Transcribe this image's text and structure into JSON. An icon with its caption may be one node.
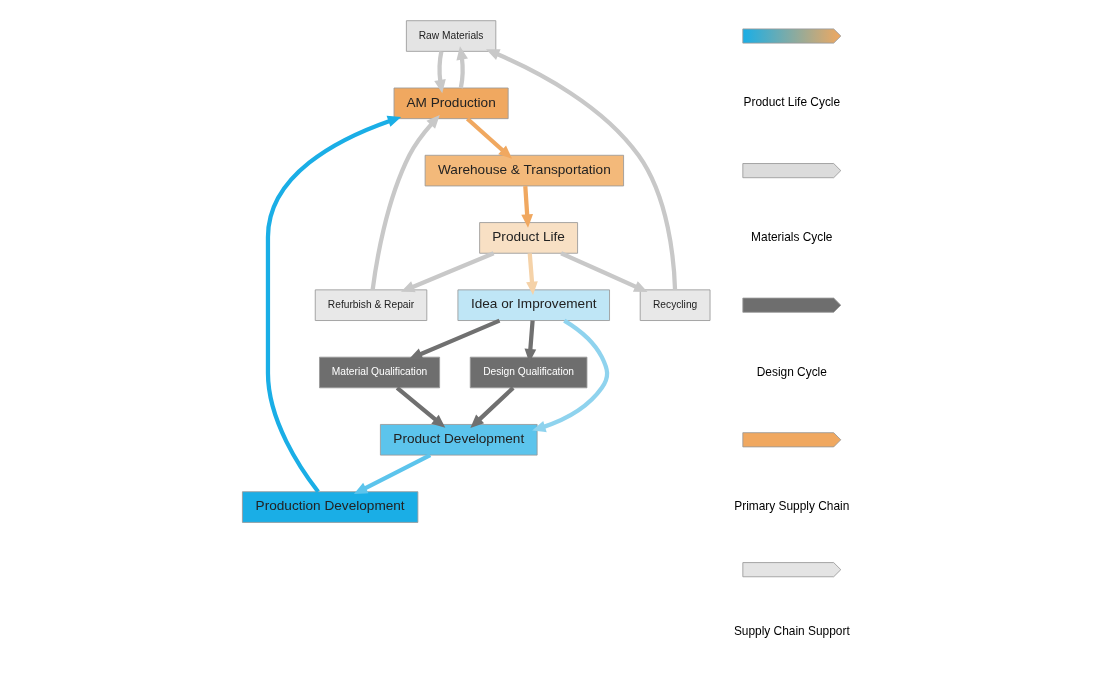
{
  "diagram": {
    "nodes": [
      {
        "text": [
          "Raw Materials"
        ]
      },
      {
        "text": [
          "AM Production"
        ]
      },
      {
        "text": [
          "Warehouse & Transportation"
        ]
      },
      {
        "text": [
          "Product Life"
        ]
      },
      {
        "text": [
          "Idea or Improvement"
        ]
      },
      {
        "text": [
          "Product Development"
        ]
      },
      {
        "text": [
          "Production Development"
        ]
      },
      {
        "text": [
          "Refurbish & Repair"
        ]
      },
      {
        "text": [
          "Recycling"
        ]
      },
      {
        "text": [
          "Material Qualification"
        ]
      },
      {
        "text": [
          "Design Qualification"
        ]
      }
    ],
    "edges": [
      {
        "from": 0,
        "to": 1,
        "arrow": "to"
      },
      {
        "from": 1,
        "to": 0,
        "arrow": "to"
      },
      {
        "from": 8,
        "to": 0,
        "arrow": "to"
      },
      {
        "from": 3,
        "to": 8,
        "arrow": "to"
      },
      {
        "from": 1,
        "to": 2,
        "arrow": "to",
        "color": "#f0a860"
      },
      {
        "from": 2,
        "to": 3,
        "arrow": "to",
        "color": "#f0a860"
      },
      {
        "from": 3,
        "to": 4,
        "arrow": "to",
        "color": "#f5d2a8"
      },
      {
        "from": 4,
        "to": 5,
        "arrow": "to",
        "color": "#8fd3ee"
      },
      {
        "from": 5,
        "to": 6,
        "arrow": "to",
        "color": "#5cc4ec"
      },
      {
        "from": 6,
        "to": 1,
        "arrow": "to",
        "color": "#1aaee6"
      },
      {
        "from": 3,
        "to": 7,
        "arrow": "to"
      },
      {
        "from": 7,
        "to": 1,
        "arrow": "to"
      },
      {
        "from": 4,
        "to": 9,
        "arrow": "to",
        "color": "#707070"
      },
      {
        "from": 9,
        "to": 5,
        "arrow": "to",
        "color": "#707070"
      },
      {
        "from": 4,
        "to": 10,
        "arrow": "to",
        "color": "#707070"
      },
      {
        "from": 10,
        "to": 5,
        "arrow": "to",
        "color": "#707070"
      }
    ],
    "legend": [
      {
        "text": "Product Life Cycle"
      },
      {
        "text": "Materials Cycle"
      },
      {
        "text": "Design Cycle"
      },
      {
        "text": "Primary Supply Chain"
      },
      {
        "text": "Supply Chain Support"
      }
    ]
  }
}
